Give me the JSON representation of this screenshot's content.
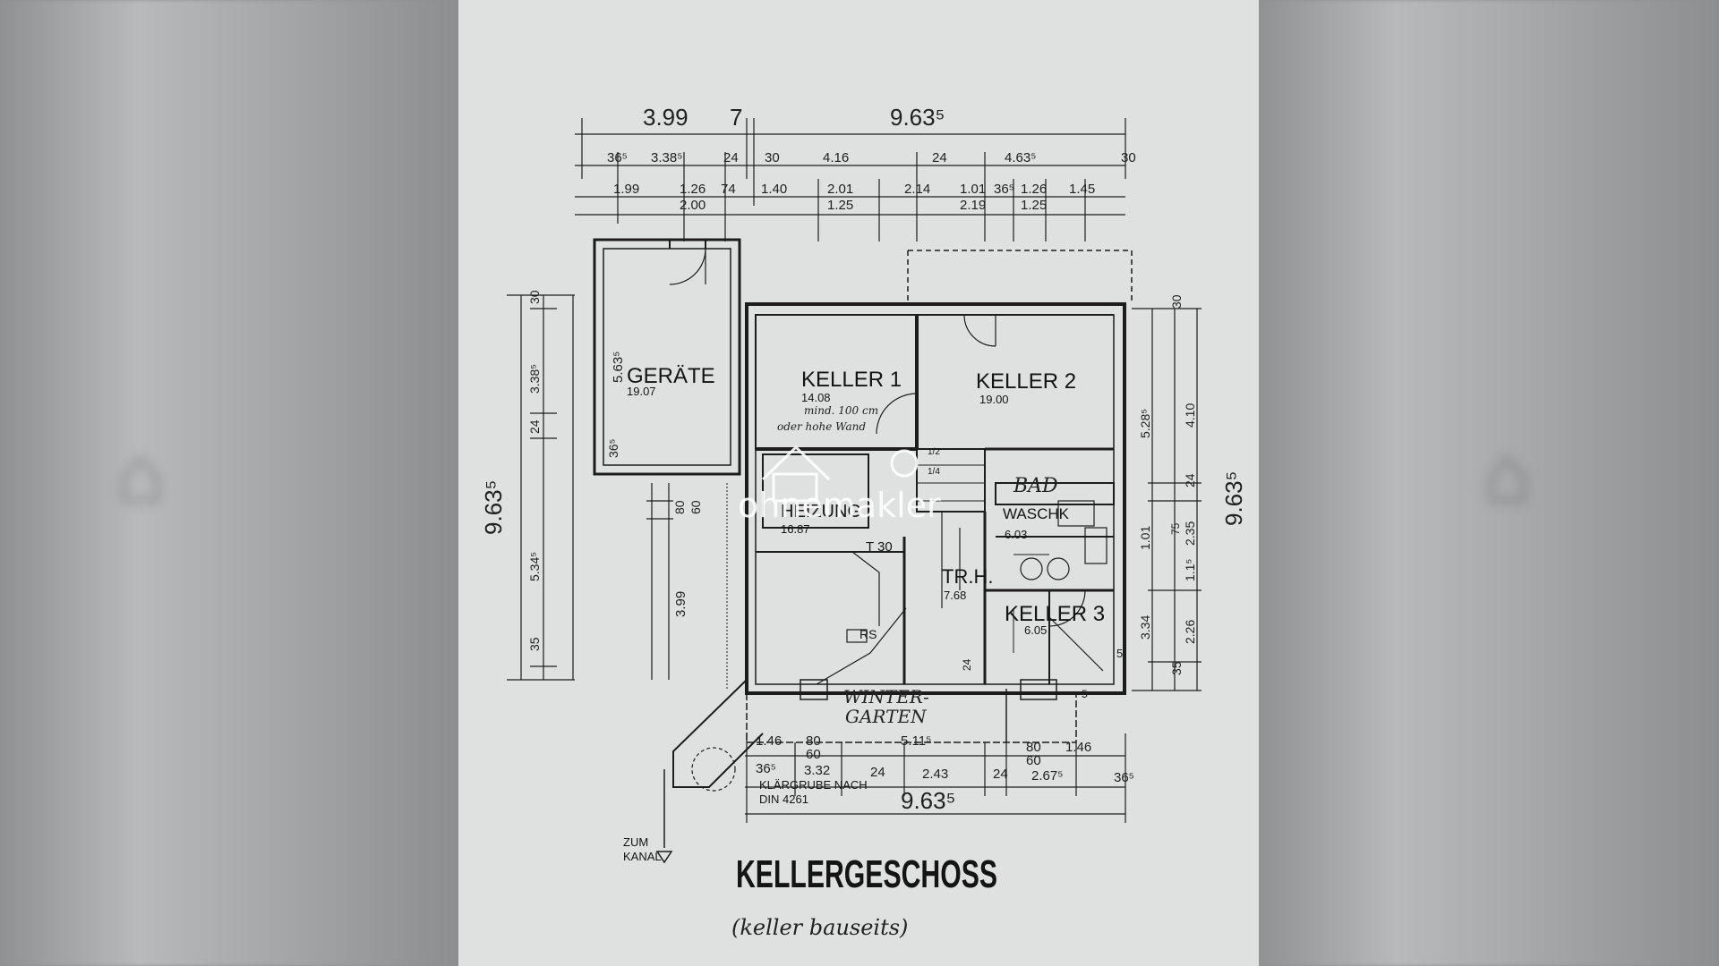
{
  "plan_title": "KELLERGESCHOSS",
  "plan_note": "(keller bauseits)",
  "watermark": "ohnemakler",
  "rooms": {
    "geraete": {
      "name": "GERÄTE",
      "area": "19.07"
    },
    "keller1": {
      "name": "KELLER 1",
      "area": "14.08",
      "note1": "mind. 100 cm",
      "note2": "oder hohe Wand"
    },
    "keller2": {
      "name": "KELLER 2",
      "area": "19.00"
    },
    "bad": {
      "name": "BAD"
    },
    "waschk": {
      "name": "WASCHK"
    },
    "waschk_area": "6.03",
    "heizung": {
      "name": "HEIZUNG",
      "area": "16.87"
    },
    "trh": {
      "name": "TR.H.",
      "area": "7.68"
    },
    "keller3": {
      "name": "KELLER 3",
      "area": "6.05"
    },
    "wintergarten": {
      "name_line1": "WINTER-",
      "name_line2": "GARTEN"
    }
  },
  "labels": {
    "t30": "T 30",
    "rs": "RS",
    "klaergrube_line1": "KLÄRGRUBE NACH",
    "klaergrube_line2": "DIN 4261",
    "kanal_line1": "ZUM",
    "kanal_line2": "KANAL",
    "stair_1": "1/2",
    "stair_2": "1/4"
  },
  "dims_top": {
    "row0": [
      "3.99",
      "7",
      "9.63⁵"
    ],
    "row1": [
      "36⁵",
      "3.38⁵",
      "24",
      "30",
      "4.16",
      "24",
      "4.63⁵",
      "30"
    ],
    "row2": [
      "1.99",
      "1.26",
      "74",
      "1.40",
      "2.01",
      "2.14",
      "1.01",
      "36⁵",
      "1.26",
      "1.45"
    ],
    "row3": [
      "2.00",
      "1.25",
      "2.19",
      "1.25"
    ]
  },
  "dims_left": {
    "outer": "9.63⁵",
    "col_a": [
      "30",
      "3.38⁵",
      "24",
      "5.34⁵",
      "35"
    ],
    "col_b": [
      "5.63⁵",
      "36⁵"
    ],
    "col_c": [
      "80",
      "60",
      "3.99"
    ]
  },
  "dims_right": {
    "col_a": [
      "30",
      "5.28⁵",
      "1.01",
      "3.34"
    ],
    "col_b": [
      "4.10",
      "24",
      "2.35",
      "1.1⁵",
      "2.26",
      "35"
    ],
    "outer": "9.63⁵",
    "small": [
      "75",
      "5"
    ]
  },
  "dims_bottom": {
    "row1": [
      "1.46",
      "80",
      "60",
      "5.11⁵",
      "80",
      "60",
      "1.46"
    ],
    "row2": [
      "36⁵",
      "3.32",
      "24",
      "2.43",
      "24",
      "2.67⁵",
      "36⁵"
    ],
    "total": "9.63⁵",
    "small": [
      "24",
      "5"
    ]
  }
}
